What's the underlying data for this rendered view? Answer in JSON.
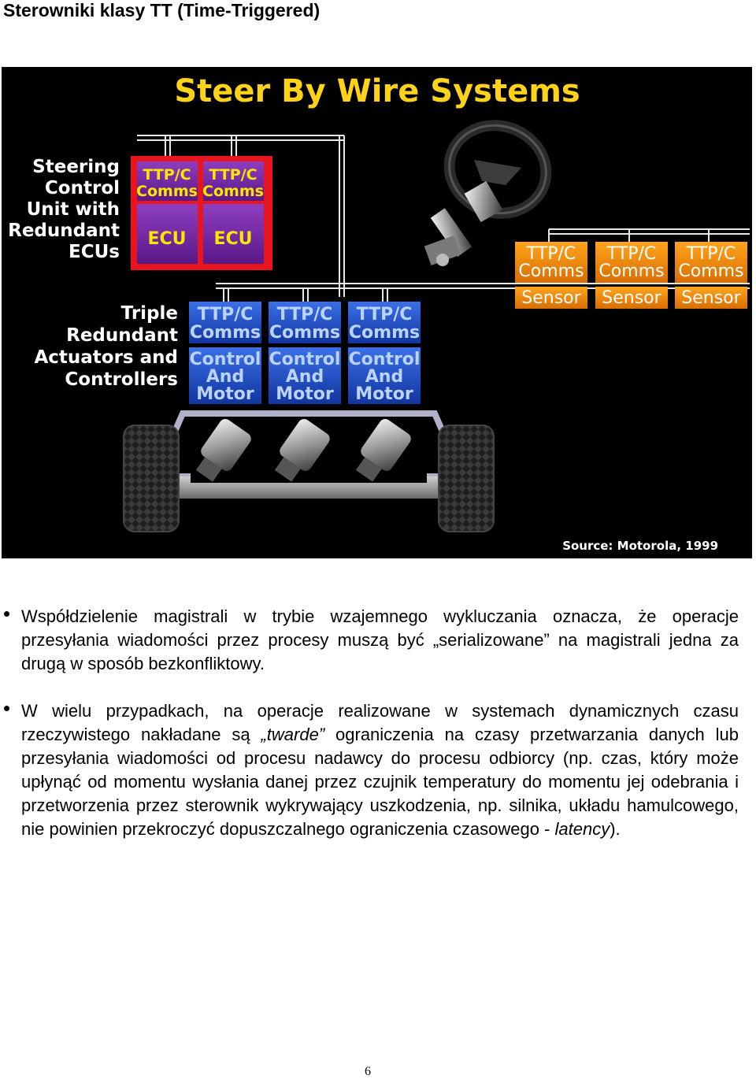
{
  "header": {
    "title": "Sterowniki klasy TT (Time-Triggered)"
  },
  "figure": {
    "title": "Steer By Wire Systems",
    "steering_label": [
      "Steering",
      "Control",
      "Unit with",
      "Redundant",
      "ECUs"
    ],
    "actuators_label": [
      "Triple",
      "Redundant",
      "Actuators and",
      "Controllers"
    ],
    "ecu_units": [
      {
        "comms": [
          "TTP/C",
          "Comms"
        ],
        "name": "ECU"
      },
      {
        "comms": [
          "TTP/C",
          "Comms"
        ],
        "name": "ECU"
      }
    ],
    "sensor_units": [
      {
        "comms": [
          "TTP/C",
          "Comms"
        ],
        "name": "Sensor"
      },
      {
        "comms": [
          "TTP/C",
          "Comms"
        ],
        "name": "Sensor"
      },
      {
        "comms": [
          "TTP/C",
          "Comms"
        ],
        "name": "Sensor"
      }
    ],
    "actuator_units": [
      {
        "comms": [
          "TTP/C",
          "Comms"
        ],
        "control": [
          "Control",
          "And",
          "Motor"
        ]
      },
      {
        "comms": [
          "TTP/C",
          "Comms"
        ],
        "control": [
          "Control",
          "And",
          "Motor"
        ]
      },
      {
        "comms": [
          "TTP/C",
          "Comms"
        ],
        "control": [
          "Control",
          "And",
          "Motor"
        ]
      }
    ],
    "source": "Source: Motorola, 1999",
    "colors": {
      "title": "#ffd21a",
      "ecu_frame": "#e8141e",
      "ecu_box": "#7a2aa8",
      "blue_box": "#1f4fc8",
      "orange_box": "#f08c00"
    }
  },
  "bullets": [
    {
      "text_a": "Współdzielenie magistrali w trybie wzajemnego wykluczania oznacza, że operacje przesyłania wiadomości przez procesy muszą być „serializowane” na magistrali jedna za drugą w sposób bezkonfliktowy."
    },
    {
      "text_a": "W wielu przypadkach, na operacje realizowane w systemach dynamicznych czasu rzeczywistego nakładane są ",
      "text_b": "„twarde”",
      "text_c": " ograniczenia na czasy przetwarzania danych lub przesyłania wiadomości od procesu nadawcy do procesu odbiorcy (np. czas, który może upłynąć od momentu wysłania danej przez czujnik temperatury do momentu jej odebrania i przetworzenia przez sterownik wykrywający uszkodzenia, np. silnika, układu hamulcowego, nie powinien przekroczyć dopuszczalnego ograniczenia czasowego - ",
      "text_d": "latency",
      "text_e": ")."
    }
  ],
  "page_number": "6"
}
